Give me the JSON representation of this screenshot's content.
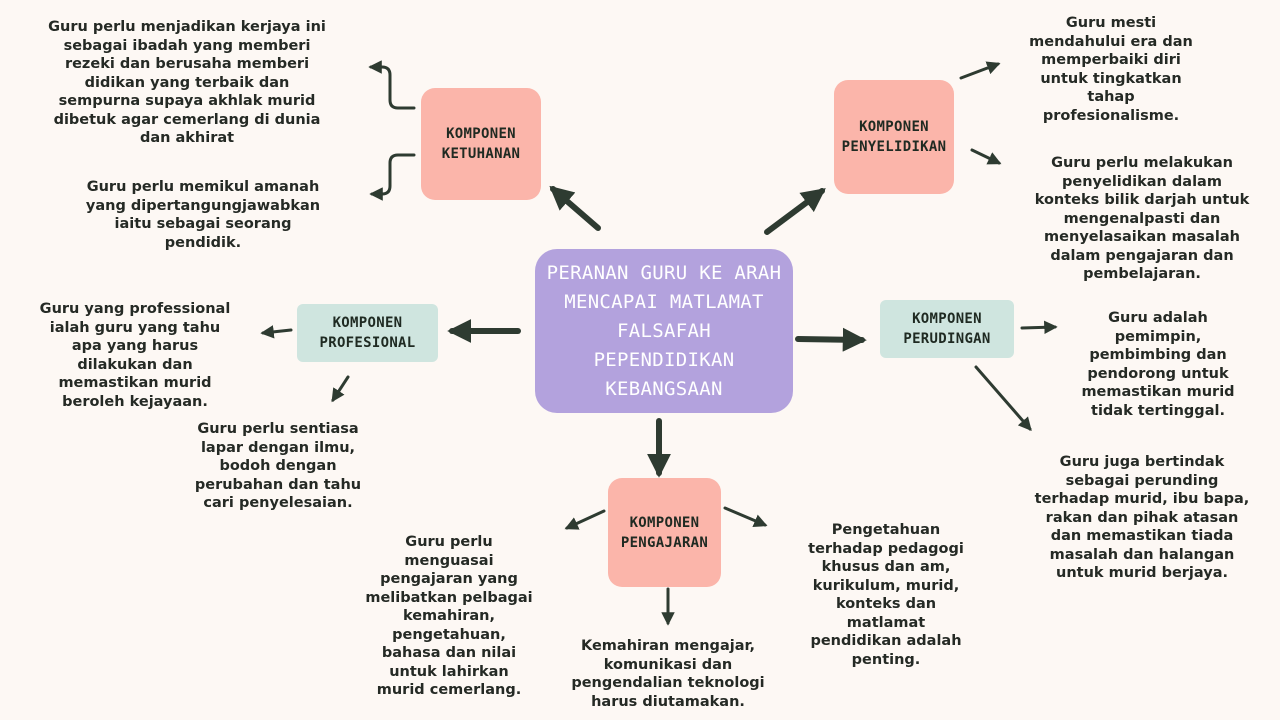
{
  "center": {
    "title": "PERANAN GURU KE ARAH\nMENCAPAI MATLAMAT\nFALSAFAH\nPEPENDIDIKAN\nKEBANGSAAN"
  },
  "components": {
    "ketuhanan": {
      "label": "KOMPONEN\nKETUHANAN",
      "points": [
        "Guru perlu menjadikan kerjaya ini\nsebagai ibadah yang memberi\nrezeki dan berusaha memberi\ndidikan yang terbaik dan\nsempurna supaya akhlak murid\ndibetuk agar cemerlang di dunia\ndan akhirat",
        "Guru perlu memikul amanah\nyang dipertangungjawabkan\niaitu sebagai seorang\npendidik."
      ]
    },
    "penyelidikan": {
      "label": "KOMPONEN\nPENYELIDIKAN",
      "points": [
        "Guru mesti\nmendahului era dan\nmemperbaiki diri\nuntuk tingkatkan\ntahap\nprofesionalisme.",
        "Guru perlu melakukan\npenyelidikan dalam\nkonteks bilik darjah untuk\nmengenalpasti dan\nmenyelasaikan masalah\ndalam pengajaran dan\npembelajaran."
      ]
    },
    "profesional": {
      "label": "KOMPONEN\nPROFESIONAL",
      "points": [
        "Guru yang professional\nialah guru yang tahu\napa yang harus\ndilakukan dan\nmemastikan murid\nberoleh kejayaan.",
        "Guru perlu sentiasa\nlapar dengan ilmu,\nbodoh dengan\nperubahan dan tahu\ncari penyelesaian."
      ]
    },
    "perudingan": {
      "label": "KOMPONEN\nPERUDINGAN",
      "points": [
        "Guru adalah\npemimpin,\npembimbing dan\npendorong  untuk\nmemastikan murid\ntidak tertinggal.",
        "Guru juga bertindak\nsebagai perunding\nterhadap murid, ibu bapa,\nrakan dan pihak atasan\ndan memastikan tiada\nmasalah dan halangan\nuntuk murid berjaya."
      ]
    },
    "pengajaran": {
      "label": "KOMPONEN\nPENGAJARAN",
      "points": [
        "Guru perlu\nmenguasai\npengajaran yang\nmelibatkan pelbagai\nkemahiran,\npengetahuan,\nbahasa dan nilai\nuntuk lahirkan\nmurid cemerlang.",
        "Kemahiran mengajar,\nkomunikasi dan\npengendalian teknologi\nharus diutamakan.",
        "Pengetahuan\nterhadap pedagogi\nkhusus dan am,\nkurikulum, murid,\nkonteks dan\nmatlamat\npendidikan adalah\npenting."
      ]
    }
  },
  "colors": {
    "background": "#fdf8f4",
    "center": "#b3a2dd",
    "pink_box": "#fbb5aa",
    "mint_box": "#cfe5df",
    "arrow": "#2e3b31"
  }
}
